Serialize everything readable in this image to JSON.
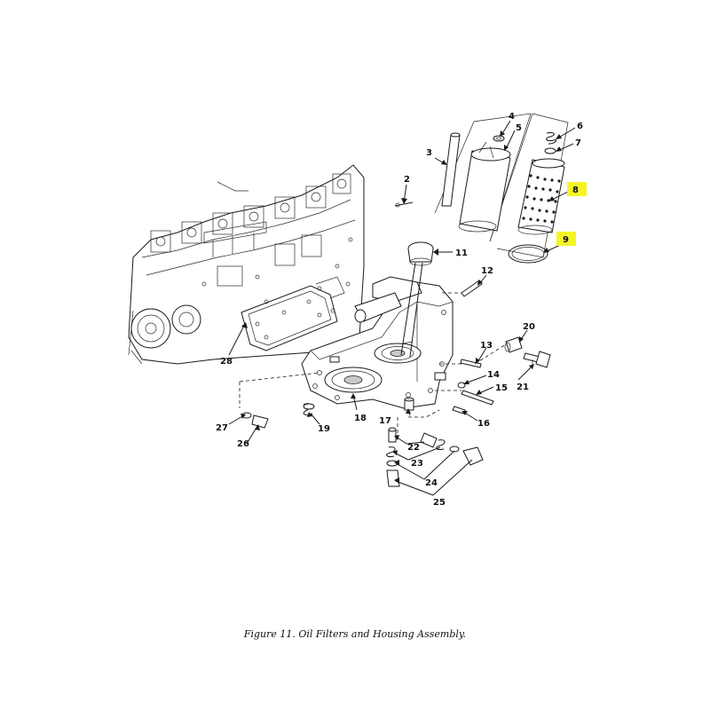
{
  "figure": {
    "caption": "Figure 11.  Oil Filters and Housing Assembly.",
    "highlight_color": "#f5f526",
    "callouts": [
      "2",
      "3",
      "4",
      "5",
      "6",
      "7",
      "8",
      "9",
      "11",
      "12",
      "13",
      "14",
      "15",
      "16",
      "17",
      "18",
      "19",
      "20",
      "21",
      "22",
      "23",
      "24",
      "25",
      "26",
      "27",
      "28"
    ],
    "highlighted": [
      "8",
      "9"
    ]
  }
}
